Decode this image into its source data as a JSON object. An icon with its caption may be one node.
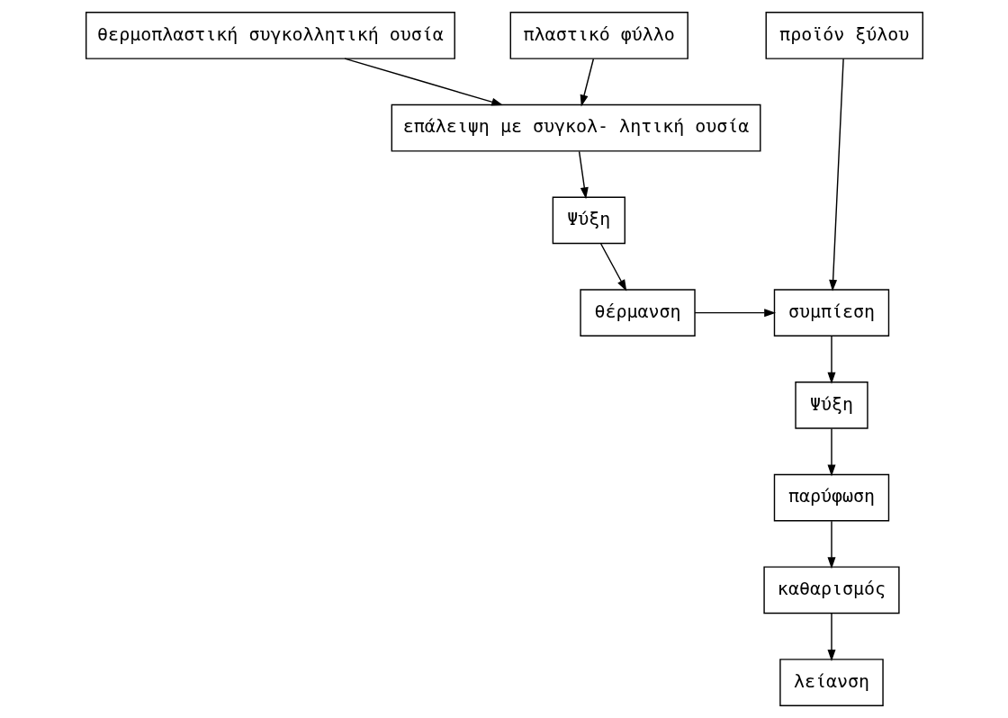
{
  "diagram": {
    "nodes": [
      {
        "text": [
          "προϊόν ξύλου"
        ]
      },
      {
        "text": [
          "θερμοπλαστική συγκολλητική ουσία"
        ]
      },
      {
        "text": [
          "πλαστικό φύλλο"
        ]
      },
      {
        "text": [
          "επάλειψη με συγκολ- λητική ουσία"
        ]
      },
      {
        "text": [
          "Ψύξη"
        ]
      },
      {
        "text": [
          "θέρμανση"
        ]
      },
      {
        "text": [
          "συμπίεση"
        ]
      },
      {
        "text": [
          "Ψύξη"
        ]
      },
      {
        "text": [
          "παρύφωση"
        ]
      },
      {
        "text": [
          "καθαρισμός"
        ]
      },
      {
        "text": [
          "λείανση"
        ]
      }
    ],
    "edges": [
      {
        "from": 0,
        "to": 6,
        "arrow": "to"
      },
      {
        "from": 1,
        "to": 3,
        "arrow": "to"
      },
      {
        "from": 2,
        "to": 3,
        "arrow": "to"
      },
      {
        "from": 3,
        "to": 4,
        "arrow": "to"
      },
      {
        "from": 4,
        "to": 5,
        "arrow": "to"
      },
      {
        "from": 5,
        "to": 6,
        "arrow": "to"
      },
      {
        "from": 6,
        "to": 7,
        "arrow": "to"
      },
      {
        "from": 7,
        "to": 8,
        "arrow": "to"
      },
      {
        "from": 8,
        "to": 9,
        "arrow": "to"
      },
      {
        "from": 9,
        "to": 10,
        "arrow": "to"
      }
    ]
  }
}
